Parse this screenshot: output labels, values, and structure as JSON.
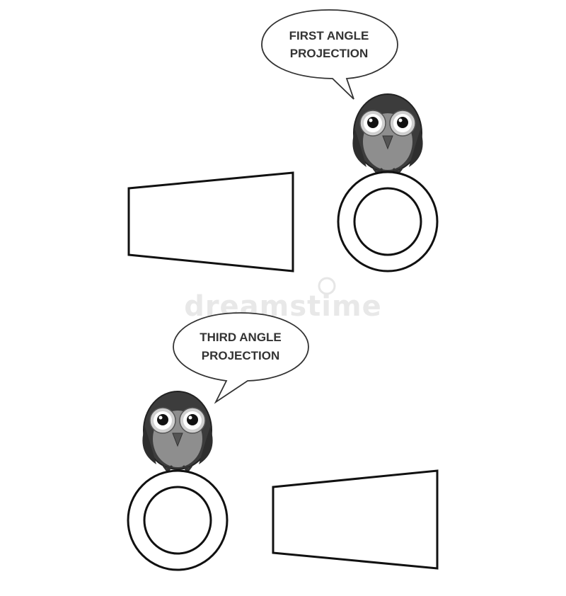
{
  "panels": [
    {
      "id": "first-angle",
      "speech_lines": [
        "FIRST ANGLE",
        "PROJECTION"
      ]
    },
    {
      "id": "third-angle",
      "speech_lines": [
        "THIRD ANGLE",
        "PROJECTION"
      ]
    }
  ],
  "watermark": {
    "text": "dreamstime"
  },
  "colors": {
    "stroke": "#111111",
    "owl_dark": "#3a3a3a",
    "owl_mid": "#8a8a8a",
    "owl_light": "#c8c8c8",
    "text": "#333333"
  }
}
